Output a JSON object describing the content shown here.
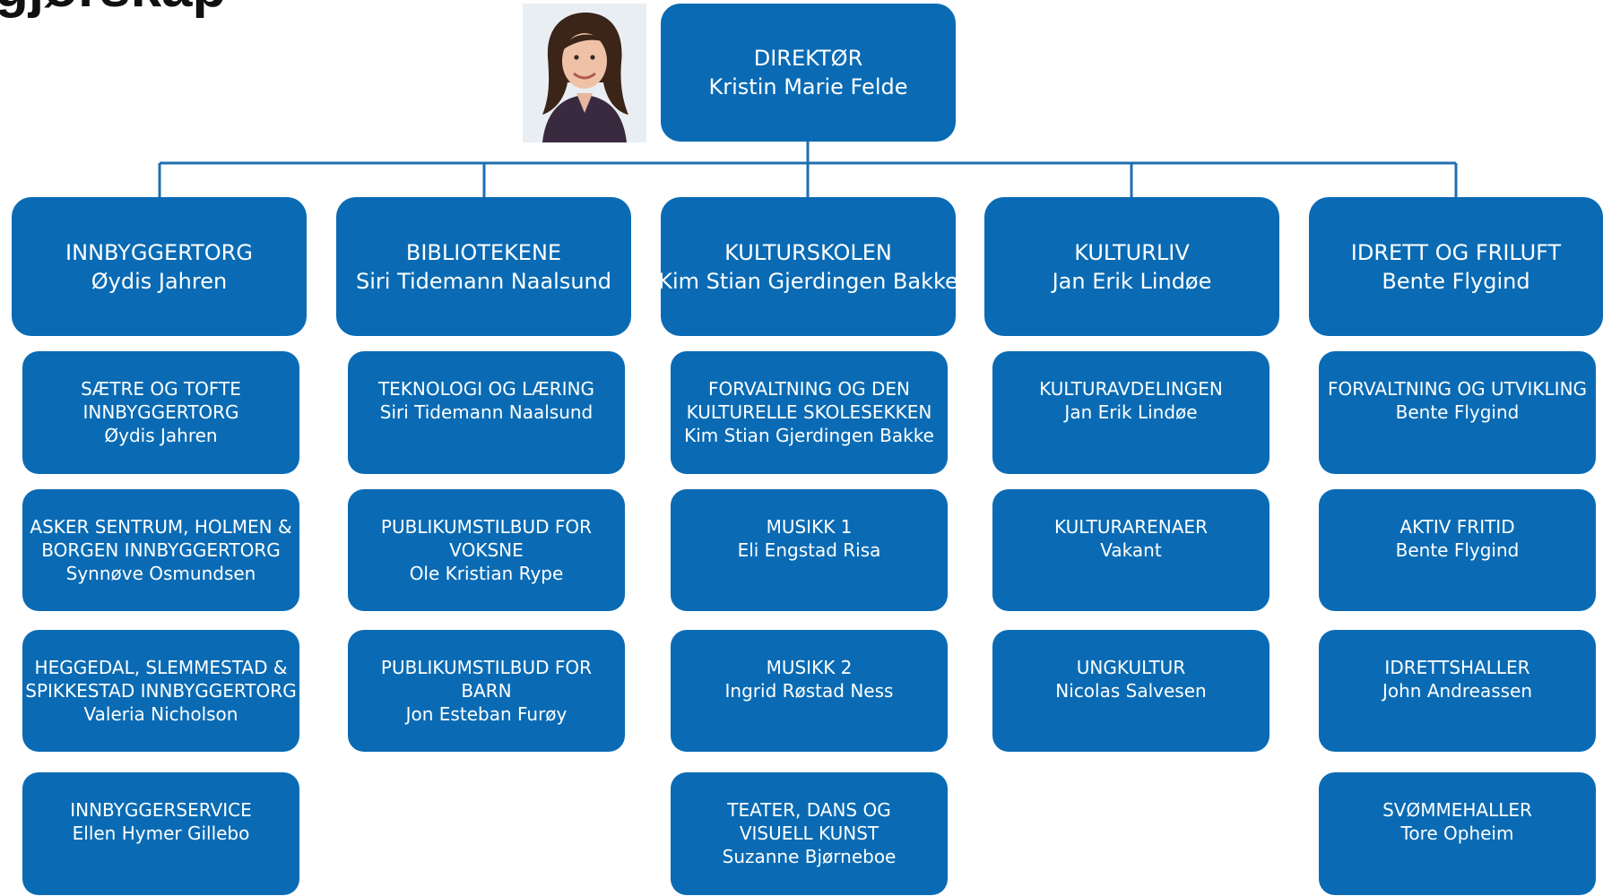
{
  "header": {
    "title_fragment": "gjørskap"
  },
  "portrait": {
    "icon": "person-photo-icon"
  },
  "director": {
    "title": "DIREKTØR",
    "name": "Kristin Marie Felde"
  },
  "departments": [
    {
      "title": "INNBYGGERTORG",
      "name": "Øydis Jahren",
      "units": [
        {
          "lines": [
            "SÆTRE OG TOFTE",
            "INNBYGGERTORG"
          ],
          "name": "Øydis Jahren"
        },
        {
          "lines": [
            "ASKER SENTRUM, HOLMEN &",
            "BORGEN INNBYGGERTORG"
          ],
          "name": "Synnøve Osmundsen"
        },
        {
          "lines": [
            "HEGGEDAL, SLEMMESTAD &",
            "SPIKKESTAD INNBYGGERTORG"
          ],
          "name": "Valeria Nicholson"
        },
        {
          "lines": [
            "INNBYGGERSERVICE"
          ],
          "name": "Ellen Hymer Gillebo"
        }
      ]
    },
    {
      "title": "BIBLIOTEKENE",
      "name": "Siri Tidemann Naalsund",
      "units": [
        {
          "lines": [
            "TEKNOLOGI OG LÆRING"
          ],
          "name": "Siri Tidemann Naalsund"
        },
        {
          "lines": [
            "PUBLIKUMSTILBUD FOR",
            "VOKSNE"
          ],
          "name": "Ole Kristian Rype"
        },
        {
          "lines": [
            "PUBLIKUMSTILBUD FOR",
            "BARN"
          ],
          "name": "Jon Esteban Furøy"
        }
      ]
    },
    {
      "title": "KULTURSKOLEN",
      "name": "Kim Stian Gjerdingen Bakke",
      "units": [
        {
          "lines": [
            "FORVALTNING OG DEN",
            "KULTURELLE SKOLESEKKEN"
          ],
          "name": "Kim Stian Gjerdingen Bakke"
        },
        {
          "lines": [
            "MUSIKK 1"
          ],
          "name": "Eli Engstad Risa"
        },
        {
          "lines": [
            "MUSIKK 2"
          ],
          "name": "Ingrid Røstad Ness"
        },
        {
          "lines": [
            "TEATER, DANS OG",
            "VISUELL KUNST"
          ],
          "name": "Suzanne Bjørneboe"
        }
      ]
    },
    {
      "title": "KULTURLIV",
      "name": "Jan Erik Lindøe",
      "units": [
        {
          "lines": [
            "KULTURAVDELINGEN"
          ],
          "name": "Jan Erik Lindøe"
        },
        {
          "lines": [
            "KULTURARENAER"
          ],
          "name": "Vakant"
        },
        {
          "lines": [
            "UNGKULTUR"
          ],
          "name": "Nicolas Salvesen"
        }
      ]
    },
    {
      "title": "IDRETT OG FRILUFT",
      "name": "Bente Flygind",
      "units": [
        {
          "lines": [
            "FORVALTNING OG UTVIKLING"
          ],
          "name": "Bente Flygind"
        },
        {
          "lines": [
            "AKTIV FRITID"
          ],
          "name": "Bente Flygind"
        },
        {
          "lines": [
            "IDRETTSHALLER"
          ],
          "name": "John Andreassen"
        },
        {
          "lines": [
            "SVØMMEHALLER"
          ],
          "name": "Tore Opheim"
        }
      ]
    }
  ],
  "colors": {
    "box_fill": "#0A6BB4",
    "connector": "#1F6FB2",
    "box_text": "#FFFFFF"
  }
}
